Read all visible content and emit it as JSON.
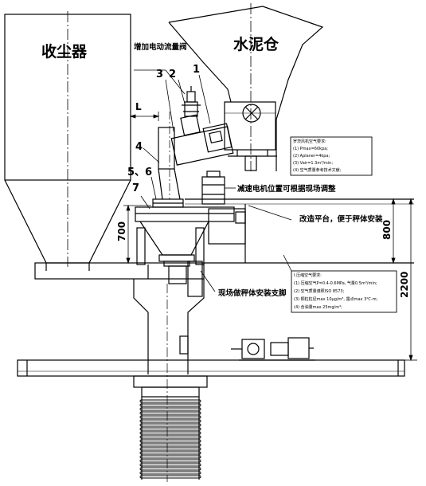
{
  "titles": {
    "dust_collector": "收尘器",
    "cement_silo": "水泥仓"
  },
  "callouts": {
    "added_valve": "增加电动流量阀",
    "reducer_motor": "减速电机位置可根据现场调整",
    "modify_platform": "改造平台，便于秤体安装",
    "support": "现场做秤体安装支脚"
  },
  "part_numbers": [
    "1",
    "2",
    "3",
    "4",
    "5、6",
    "7"
  ],
  "dimensions": {
    "L": "L",
    "d700": "700",
    "d800": "800",
    "d2200": "2200"
  },
  "spec_box_1": {
    "title": "罗茨风机空气要求:",
    "lines": [
      "(1) Pmax=60kpa;",
      "(2) Aplaner=4kpa;",
      "(3) Vair=1.3m³/min;",
      "(4) 空气质量参考技术文献;"
    ]
  },
  "spec_box_2": {
    "title": "I.压缩空气要求:",
    "lines": [
      "(1) 压缩空气P=0.4-0.6MPa, 气量0.5m³/min;",
      "(2) 空气质量遵照ISO 8573;",
      "(3) 颗粒粒径max 10μg/m³, 露点max 3℃-m;",
      "(4) 含油量max 25mg/m³;"
    ]
  }
}
